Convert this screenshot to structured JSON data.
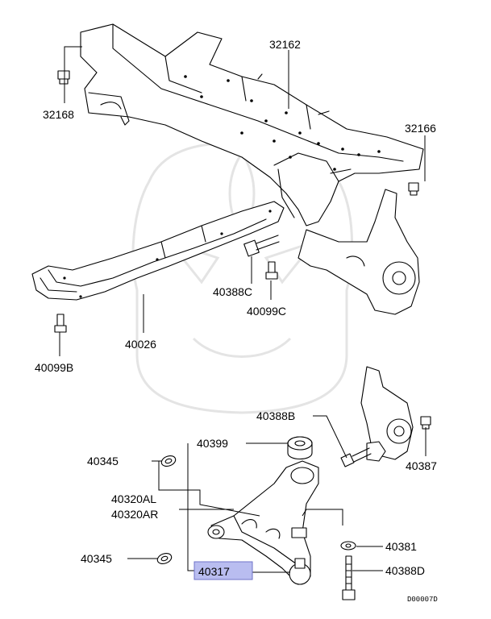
{
  "labels": {
    "p32162": "32162",
    "p32168": "32168",
    "p32166": "32166",
    "p40388C": "40388C",
    "p40099C": "40099C",
    "p40026": "40026",
    "p40099B": "40099B",
    "p40388B": "40388B",
    "p40387": "40387",
    "p40399": "40399",
    "p40345_top": "40345",
    "p40320AL": "40320AL",
    "p40320AR": "40320AR",
    "p40381": "40381",
    "p40345_bottom": "40345",
    "p40317": "40317",
    "p40388D": "40388D"
  },
  "diagram_code": "D00007D",
  "highlight_color": "#b9bdf0"
}
